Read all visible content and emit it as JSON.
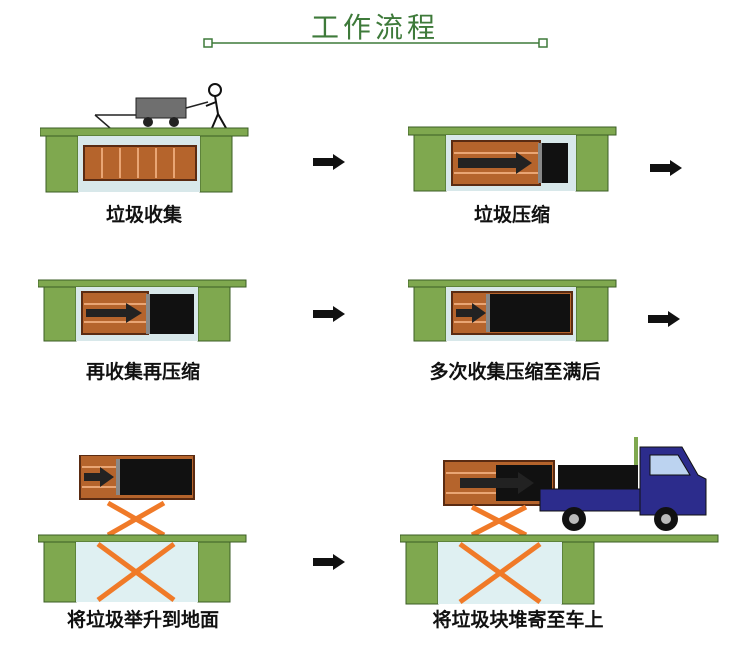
{
  "title": "工作流程",
  "steps": [
    {
      "label": "垃圾收集"
    },
    {
      "label": "垃圾压缩"
    },
    {
      "label": "再收集再压缩"
    },
    {
      "label": "多次收集压缩至满后"
    },
    {
      "label": "将垃圾举升到地面"
    },
    {
      "label": "将垃圾块堆寄至车上"
    }
  ],
  "colors": {
    "title": "#3e7a3a",
    "pit_green": "#7fa84f",
    "pit_dark": "#3b5e24",
    "bin_brown": "#b5642c",
    "bin_dark": "#5a2b12",
    "lift_orange": "#f07a28",
    "pit_light": "#dff0f2",
    "truck_blue": "#2c2c8c"
  },
  "icons": [
    "stick-figure-icon",
    "cart-icon",
    "arrow-right-icon",
    "truck-icon",
    "scissor-lift-icon"
  ]
}
